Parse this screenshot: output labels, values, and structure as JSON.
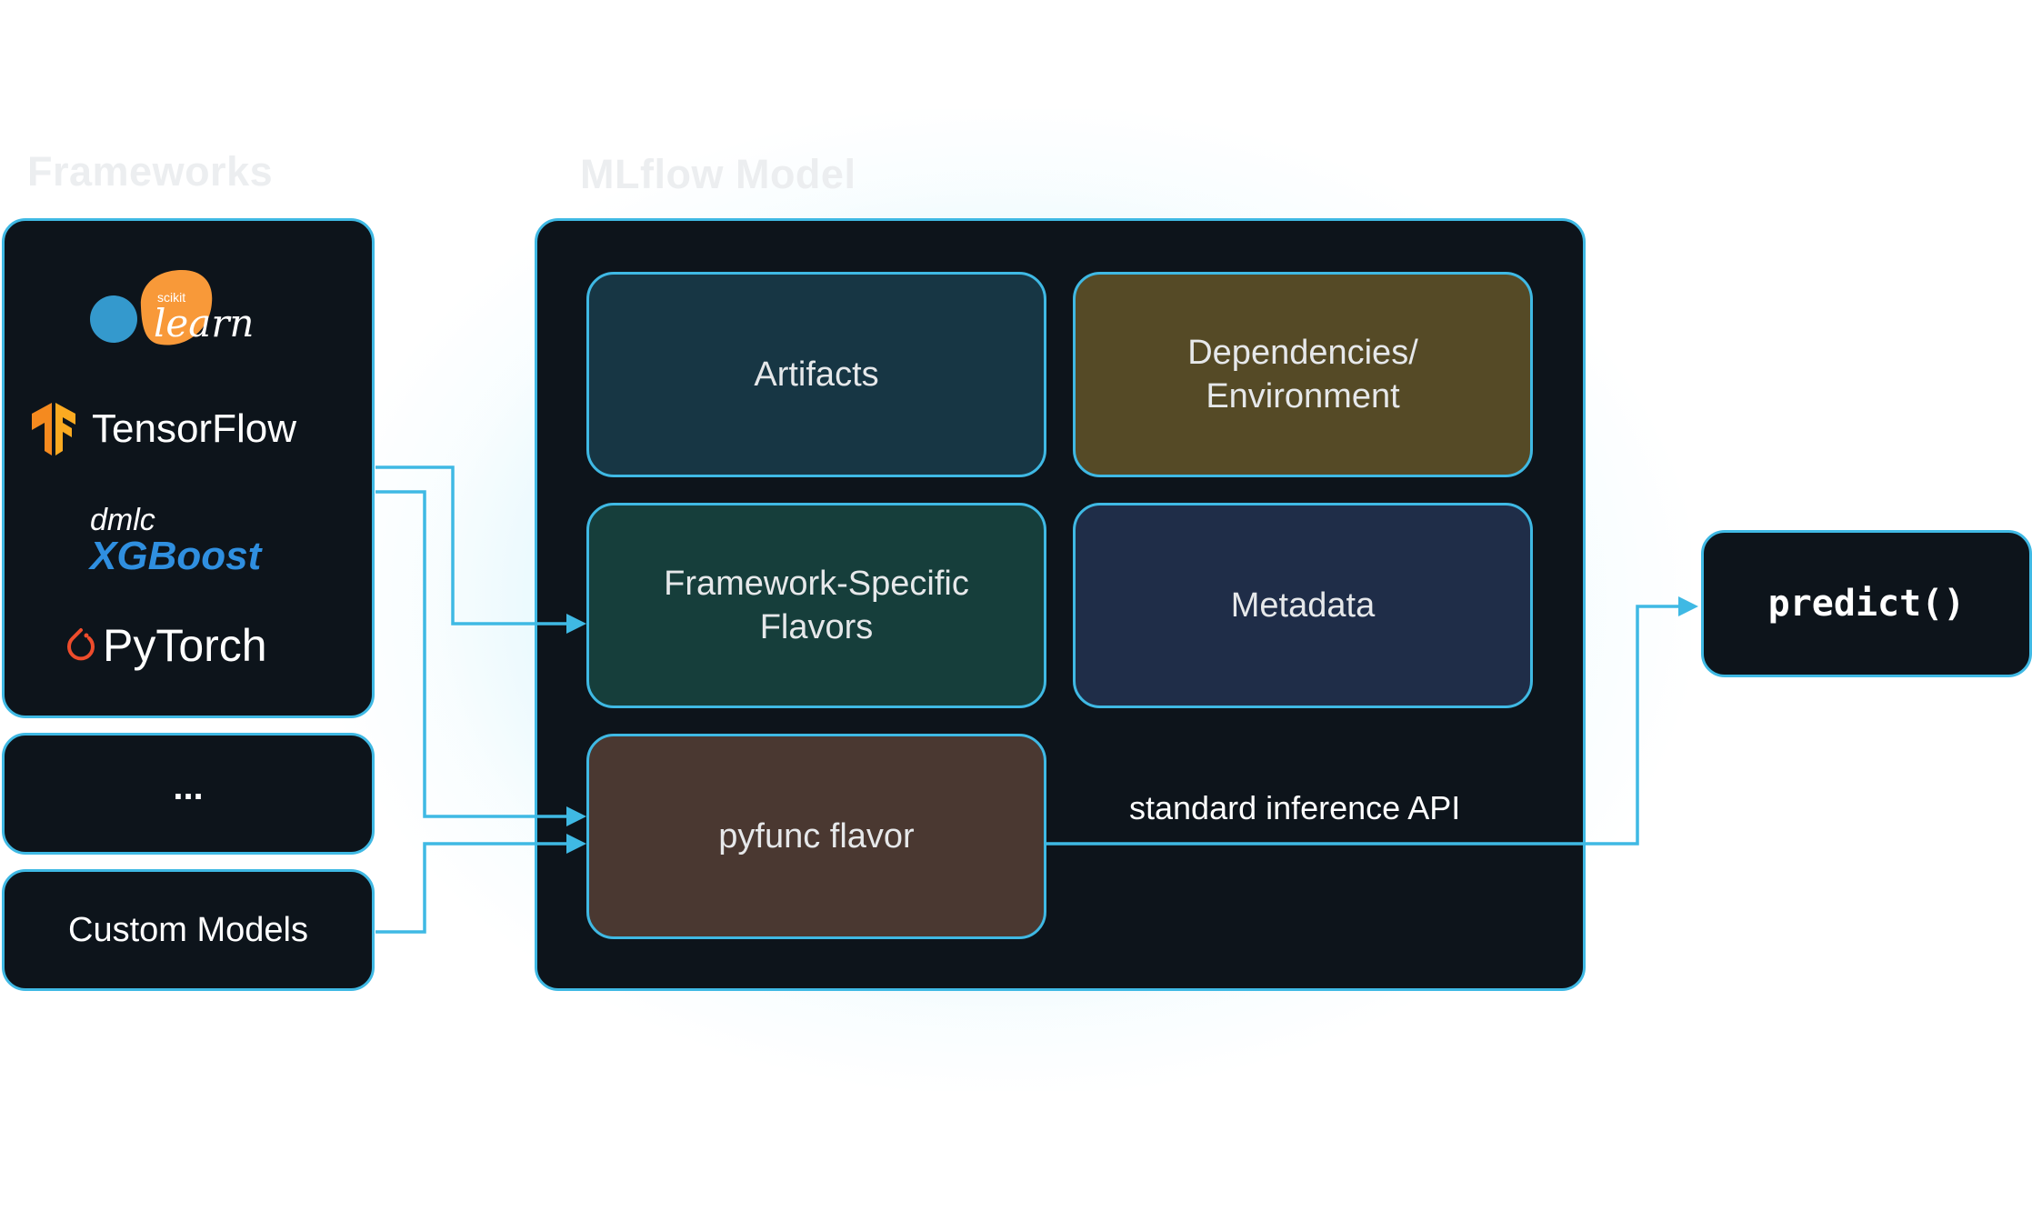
{
  "frameworks": {
    "title": "Frameworks",
    "logos": [
      {
        "name": "learn",
        "sup": "scikit"
      },
      {
        "name": "TensorFlow"
      },
      {
        "name": "XGBoost",
        "sup": "dmlc"
      },
      {
        "name": "PyTorch"
      }
    ],
    "more_label": "...",
    "custom_label": "Custom Models"
  },
  "model": {
    "title": "MLflow Model",
    "artifacts": "Artifacts",
    "dependencies": "Dependencies/ Environment",
    "flavors": "Framework-Specific Flavors",
    "metadata": "Metadata",
    "pyfunc": "pyfunc flavor",
    "api_label": "standard inference API"
  },
  "predict_label": "predict()",
  "colors": {
    "accent": "#3fb9e4",
    "dark_bg": "#0d141b",
    "artifacts_bg": "#173644",
    "dependencies_bg": "#554a26",
    "flavors_bg": "#163e3b",
    "metadata_bg": "#1f2d48",
    "pyfunc_bg": "#4a3831"
  }
}
